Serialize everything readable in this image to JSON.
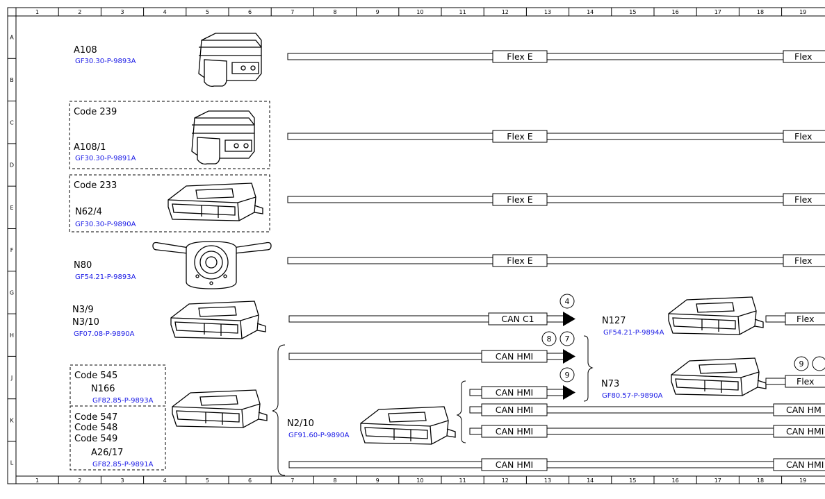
{
  "frame": {
    "columns": [
      "1",
      "2",
      "3",
      "4",
      "5",
      "6",
      "7",
      "8",
      "9",
      "10",
      "11",
      "12",
      "13",
      "14",
      "15",
      "16",
      "17",
      "18",
      "19"
    ],
    "rows": [
      "A",
      "B",
      "C",
      "D",
      "E",
      "F",
      "G",
      "H",
      "J",
      "K",
      "L"
    ]
  },
  "components": [
    {
      "id": "A108",
      "ref": "GF30.30-P-9893A"
    },
    {
      "id": "A108/1",
      "ref": "GF30.30-P-9891A",
      "code": "Code 239"
    },
    {
      "id": "N62/4",
      "ref": "GF30.30-P-9890A",
      "code": "Code 233"
    },
    {
      "id": "N80",
      "ref": "GF54.21-P-9893A"
    },
    {
      "id": "N3/9",
      "id2": "N3/10",
      "ref": "GF07.08-P-9890A"
    },
    {
      "id": "N166",
      "ref": "GF82.85-P-9893A",
      "code": "Code 545"
    },
    {
      "id": "A26/17",
      "ref": "GF82.85-P-9891A",
      "codes": [
        "Code 547",
        "Code 548",
        "Code 549"
      ]
    },
    {
      "id": "N2/10",
      "ref": "GF91.60-P-9890A"
    },
    {
      "id": "N127",
      "ref": "GF54.21-P-9894A"
    },
    {
      "id": "N73",
      "ref": "GF80.57-P-9890A"
    }
  ],
  "bus_labels": {
    "flex_e": "Flex E",
    "flex": "Flex",
    "can_c1": "CAN C1",
    "can_hmi": "CAN HMI",
    "can_hm_partial": "CAN HM"
  },
  "connector_refs": [
    "4",
    "8",
    "7",
    "9",
    "9"
  ]
}
